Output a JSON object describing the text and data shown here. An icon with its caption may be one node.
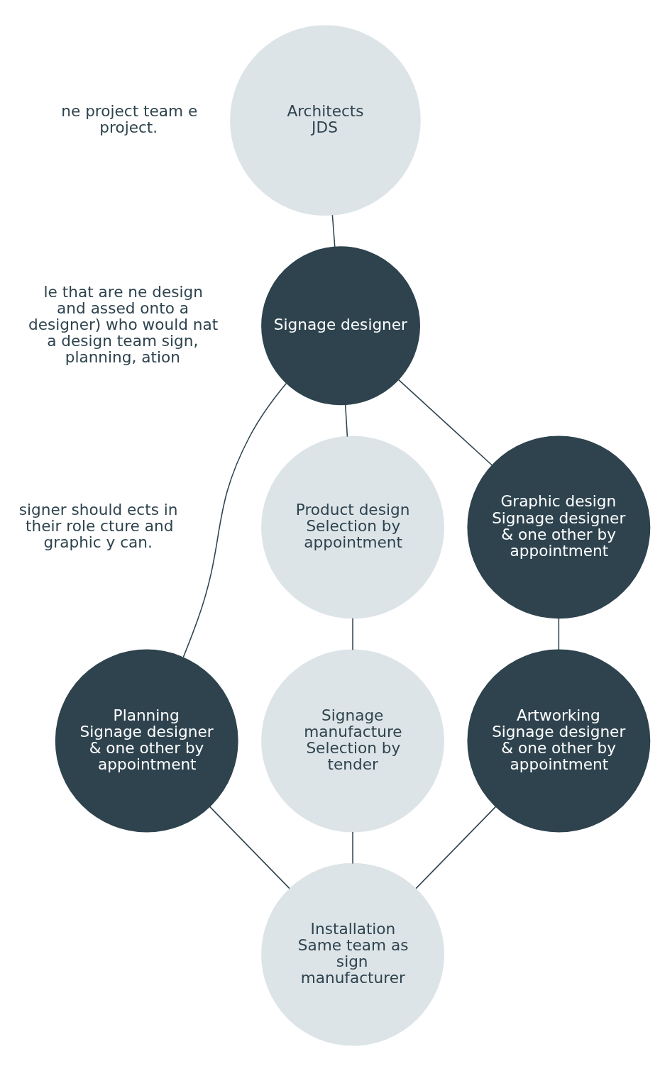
{
  "diagram": {
    "nodes": [
      {
        "text": [
          "Architects",
          "JDS"
        ]
      },
      {
        "text": [
          "Signage designer"
        ]
      },
      {
        "text": [
          "Graphic design",
          "Signage designer & one other by appointment"
        ]
      },
      {
        "text": [
          "Planning",
          "Signage designer & one other by appointment"
        ]
      },
      {
        "text": [
          "Product design",
          "Selection by appointment"
        ]
      },
      {
        "text": [
          "Artworking",
          "Signage designer & one other by appointment"
        ]
      },
      {
        "text": [
          "Signage manufacture",
          "Selection by tender"
        ]
      },
      {
        "text": [
          "Installation",
          "Same team as sign manufacturer"
        ]
      }
    ],
    "edges": [
      {
        "from": 0,
        "to": 1,
        "arrow": "none"
      },
      {
        "from": 1,
        "to": 2,
        "arrow": "none"
      },
      {
        "from": 1,
        "to": 3,
        "arrow": "none"
      },
      {
        "from": 1,
        "to": 4,
        "arrow": "none"
      },
      {
        "from": 2,
        "to": 5,
        "arrow": "none"
      },
      {
        "from": 4,
        "to": 6,
        "arrow": "none"
      },
      {
        "from": 5,
        "to": 7,
        "arrow": "none"
      },
      {
        "from": 3,
        "to": 7,
        "arrow": "none"
      },
      {
        "from": 6,
        "to": 7,
        "arrow": "none"
      }
    ],
    "labels": [
      "ne project team e project.",
      "le that are ne design and assed onto a designer) who would nat a design team sign, planning, ation",
      "signer should ects in their role cture and graphic y can."
    ]
  }
}
